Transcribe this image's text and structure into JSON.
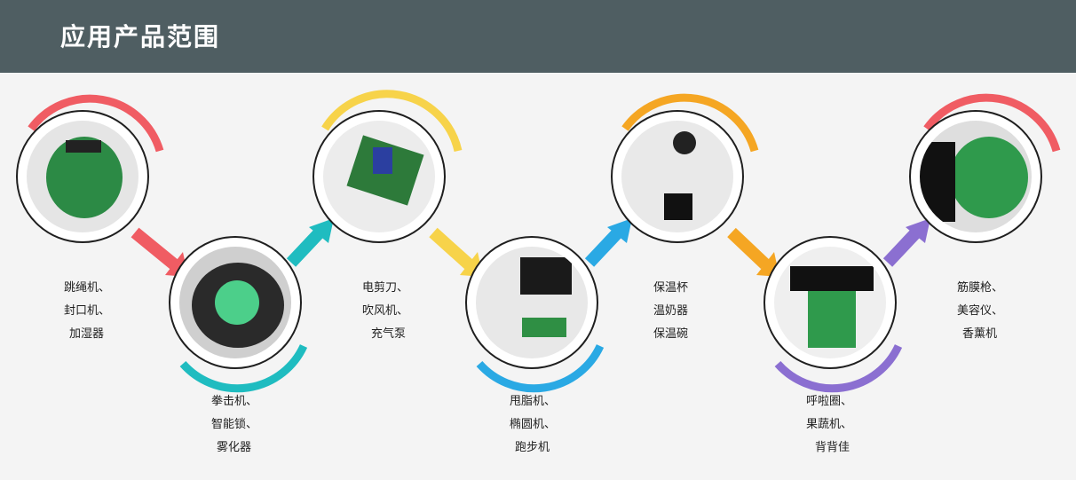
{
  "header": {
    "title": "应用产品范围"
  },
  "colors": {
    "header_bg": "#4f5e62",
    "red": "#f05c63",
    "teal": "#1fbcc0",
    "yellow": "#f7d34a",
    "blue": "#2aa9e4",
    "orange": "#f5a623",
    "purple": "#8b6fd1"
  },
  "products": [
    {
      "lines": [
        "跳绳机、",
        "封口机、",
        "加湿器"
      ],
      "icon": "pcb-display-board-photo"
    },
    {
      "lines": [
        "拳击机、",
        "智能锁、",
        "雾化器"
      ],
      "icon": "led-pcb-ring-photo"
    },
    {
      "lines": [
        "电剪刀、",
        "吹风机、",
        "充气泵"
      ],
      "icon": "battery-pcb-photo"
    },
    {
      "lines": [
        "甩脂机、",
        "椭圆机、",
        "跑步机"
      ],
      "icon": "controller-box-photo"
    },
    {
      "lines": [
        "保温杯",
        "温奶器",
        "保温碗"
      ],
      "icon": "temp-display-photo"
    },
    {
      "lines": [
        "呼啦圈、",
        "果蔬机、",
        "背背佳"
      ],
      "icon": "counter-display-photo"
    },
    {
      "lines": [
        "筋膜枪、",
        "美容仪、",
        "香薰机"
      ],
      "icon": "round-pcb-photo"
    }
  ]
}
